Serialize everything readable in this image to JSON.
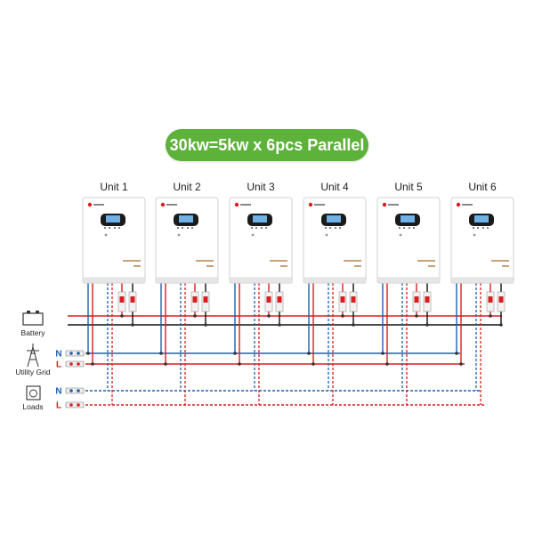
{
  "title": "30kw=5kw x 6pcs Parallel",
  "units": [
    "Unit 1",
    "Unit 2",
    "Unit 3",
    "Unit 4",
    "Unit 5",
    "Unit 6"
  ],
  "left_labels": {
    "battery": "Battery",
    "grid": "Utility Grid",
    "loads": "Loads"
  },
  "terminals": {
    "neutral": "N",
    "live": "L"
  },
  "icons": [
    "battery-icon",
    "pylon-icon",
    "loads-icon",
    "inverter-icon",
    "breaker-icon"
  ],
  "colors": {
    "title_bg": "#5db23a",
    "battery_pos": "#d81e1e",
    "battery_neg": "#111111",
    "neutral": "#1f5fb0",
    "live": "#d81e1e",
    "inverter_body": "#ffffff",
    "inverter_border": "#d0d0d0"
  }
}
